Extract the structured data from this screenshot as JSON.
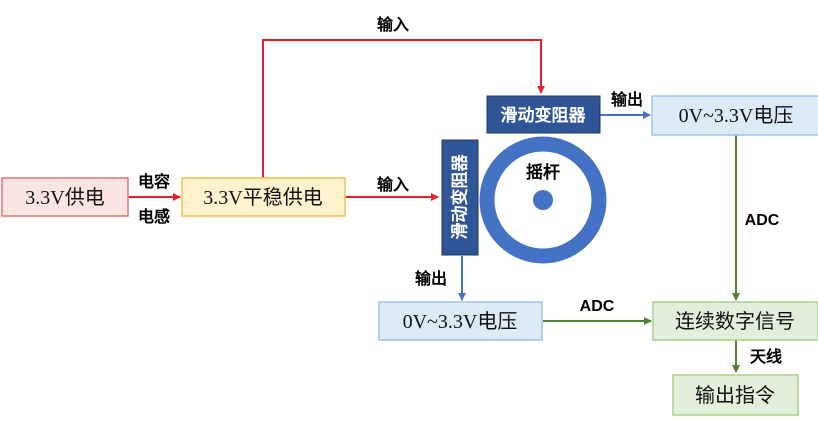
{
  "boxes": {
    "source": "3.3V供电",
    "regulated": "3.3V平稳供电",
    "voltage_top": "0V~3.3V电压",
    "voltage_bottom": "0V~3.3V电压",
    "digital": "连续数字信号",
    "command": "输出指令"
  },
  "pots": {
    "horizontal": "滑动变阻器",
    "vertical": "滑动变阻器"
  },
  "joystick": "摇杆",
  "labels": {
    "capacitor": "电容",
    "inductor": "电感",
    "input_top": "输入",
    "input_mid": "输入",
    "output_top": "输出",
    "output_bottom": "输出",
    "adc_right": "ADC",
    "adc_bottom": "ADC",
    "antenna": "天线"
  },
  "colors": {
    "red_arrow": "#e8202a",
    "blue_arrow": "#4472c4",
    "green_arrow": "#548235",
    "pot_fill": "#2f5597",
    "ring": "#4472c4"
  }
}
